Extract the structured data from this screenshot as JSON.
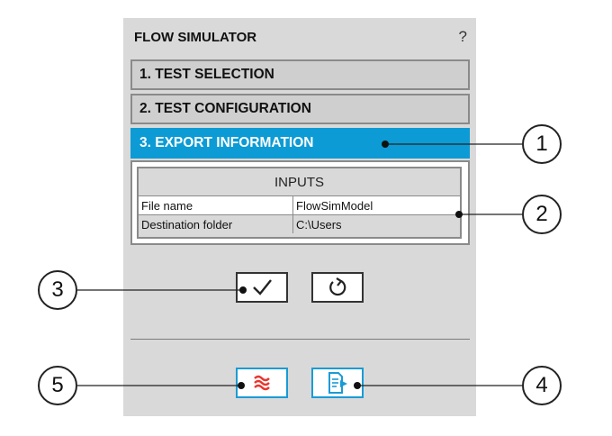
{
  "header": {
    "title": "FLOW SIMULATOR",
    "help_label": "?"
  },
  "sections": [
    {
      "label": "1. TEST SELECTION"
    },
    {
      "label": "2. TEST CONFIGURATION"
    },
    {
      "label": "3. EXPORT INFORMATION"
    }
  ],
  "inputs": {
    "title": "INPUTS",
    "rows": [
      {
        "name": "File name",
        "value": "FlowSimModel"
      },
      {
        "name": "Destination folder",
        "value": "C:\\Users"
      }
    ]
  },
  "buttons": {
    "confirm_icon": "checkmark-icon",
    "reset_icon": "refresh-icon",
    "flow_icon": "waves-icon",
    "export_icon": "export-file-icon"
  },
  "callouts": [
    "1",
    "2",
    "3",
    "4",
    "5"
  ],
  "colors": {
    "accent": "#0c9bd4",
    "panel": "#d9d9d9",
    "section": "#cfcfcf",
    "flow_icon": "#e8372e"
  }
}
